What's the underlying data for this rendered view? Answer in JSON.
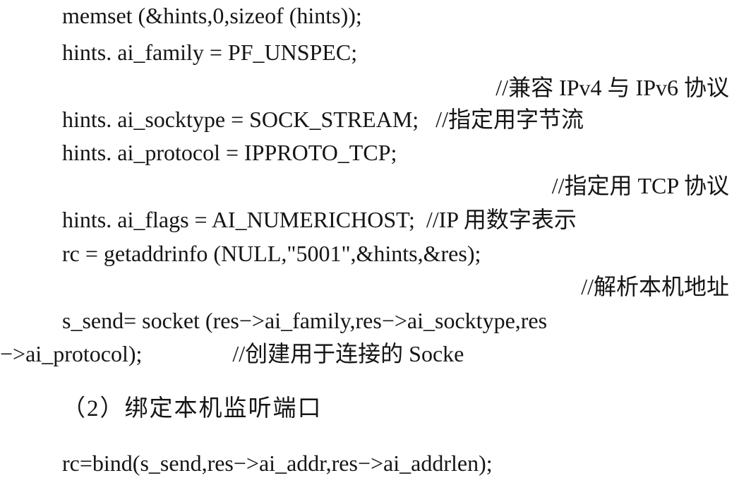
{
  "document": {
    "lines": [
      "memset (&hints,0,sizeof (hints));",
      "hints. ai_family = PF_UNSPEC;",
      "//兼容 IPv4 与 IPv6 协议",
      "hints. ai_socktype = SOCK_STREAM;   //指定用字节流",
      "hints. ai_protocol = IPPROTO_TCP;",
      "//指定用 TCP 协议",
      "hints. ai_flags = AI_NUMERICHOST;  //IP 用数字表示",
      "rc = getaddrinfo (NULL,\"5001\",&hints,&res);",
      "//解析本机地址",
      "s_send= socket (res−>ai_family,res−>ai_socktype,res",
      "−>ai_protocol);                //创建用于连接的 Socke"
    ],
    "section_heading": "（2）绑定本机监听端口",
    "bind_line": "rc=bind(s_send,res−>ai_addr,res−>ai_addrlen);"
  }
}
